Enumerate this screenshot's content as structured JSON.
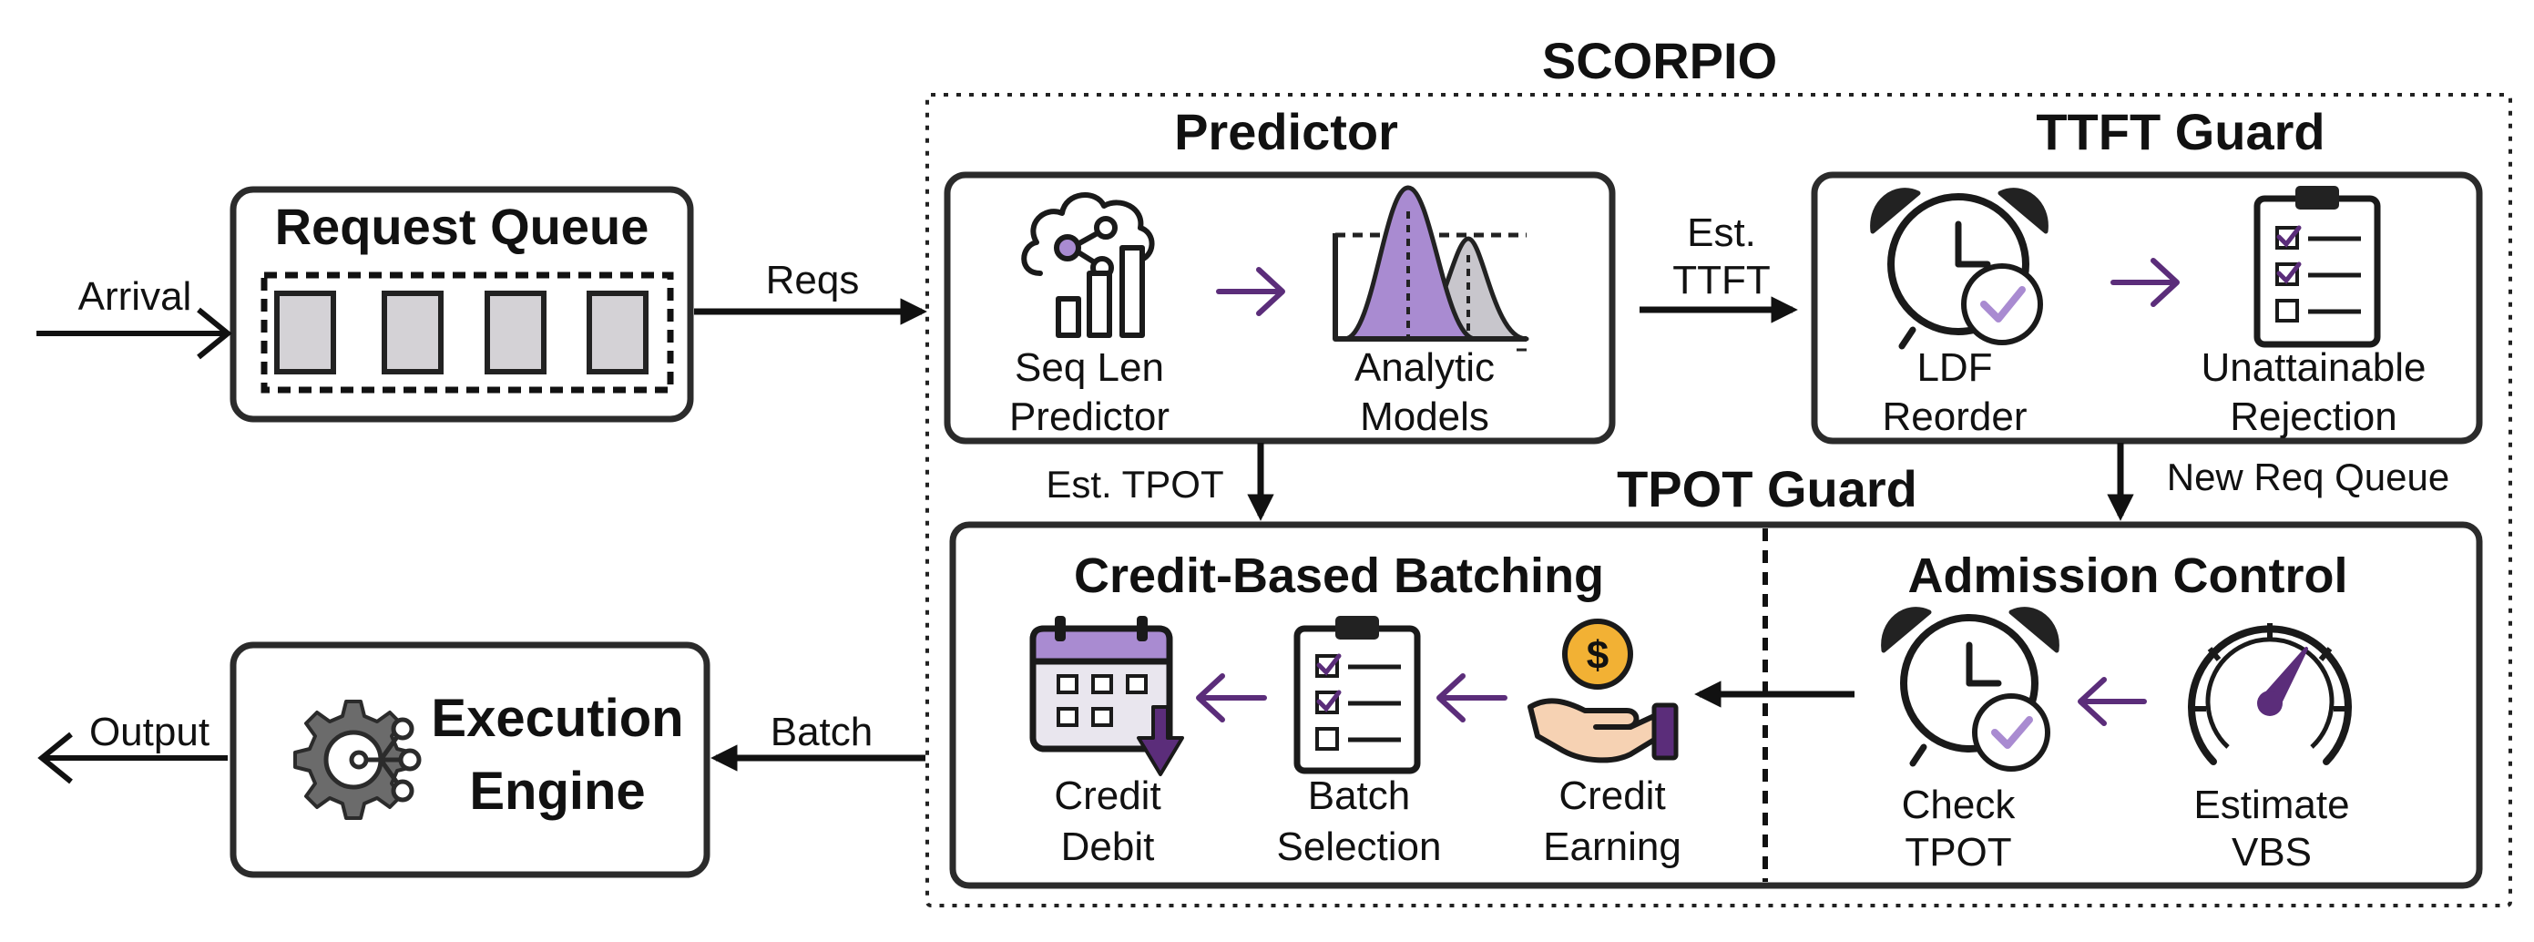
{
  "colors": {
    "accent": "#5b2d7a",
    "accent_light": "#a98bd1",
    "stroke": "#2b2b2b",
    "slot_fill": "#d4d2d6",
    "gear": "#6b6b6b",
    "coin": "#f2b134",
    "hand": "#f6d2b3"
  },
  "system_title": "SCORPIO",
  "request_queue": {
    "title": "Request Queue",
    "input_label": "Arrival",
    "output_label": "Reqs"
  },
  "predictor": {
    "title": "Predictor",
    "items": [
      {
        "line1": "Seq Len",
        "line2": "Predictor",
        "icon": "brain-chart-icon"
      },
      {
        "line1": "Analytic",
        "line2": "Models",
        "icon": "distribution-curve-icon"
      }
    ],
    "output_label": "Est. TPOT"
  },
  "est_ttft": {
    "line1": "Est.",
    "line2": "TTFT"
  },
  "ttft_guard": {
    "title": "TTFT Guard",
    "items": [
      {
        "line1": "LDF",
        "line2": "Reorder",
        "icon": "alarm-clock-check-icon"
      },
      {
        "line1": "Unattainable",
        "line2": "Rejection",
        "icon": "clipboard-checklist-icon"
      }
    ],
    "output_label": "New Req Queue"
  },
  "tpot_guard": {
    "title": "TPOT Guard",
    "credit_batching": {
      "title": "Credit-Based Batching",
      "items": [
        {
          "line1": "Credit",
          "line2": "Debit",
          "icon": "calendar-down-icon"
        },
        {
          "line1": "Batch",
          "line2": "Selection",
          "icon": "clipboard-checklist-icon"
        },
        {
          "line1": "Credit",
          "line2": "Earning",
          "icon": "hand-coin-icon"
        }
      ]
    },
    "admission_control": {
      "title": "Admission Control",
      "items": [
        {
          "line1": "Check",
          "line2": "TPOT",
          "icon": "alarm-clock-check-icon"
        },
        {
          "line1": "Estimate",
          "line2": "VBS",
          "icon": "gauge-icon"
        }
      ]
    }
  },
  "execution_engine": {
    "line1": "Execution",
    "line2": "Engine",
    "input_label": "Batch",
    "output_label": "Output"
  }
}
